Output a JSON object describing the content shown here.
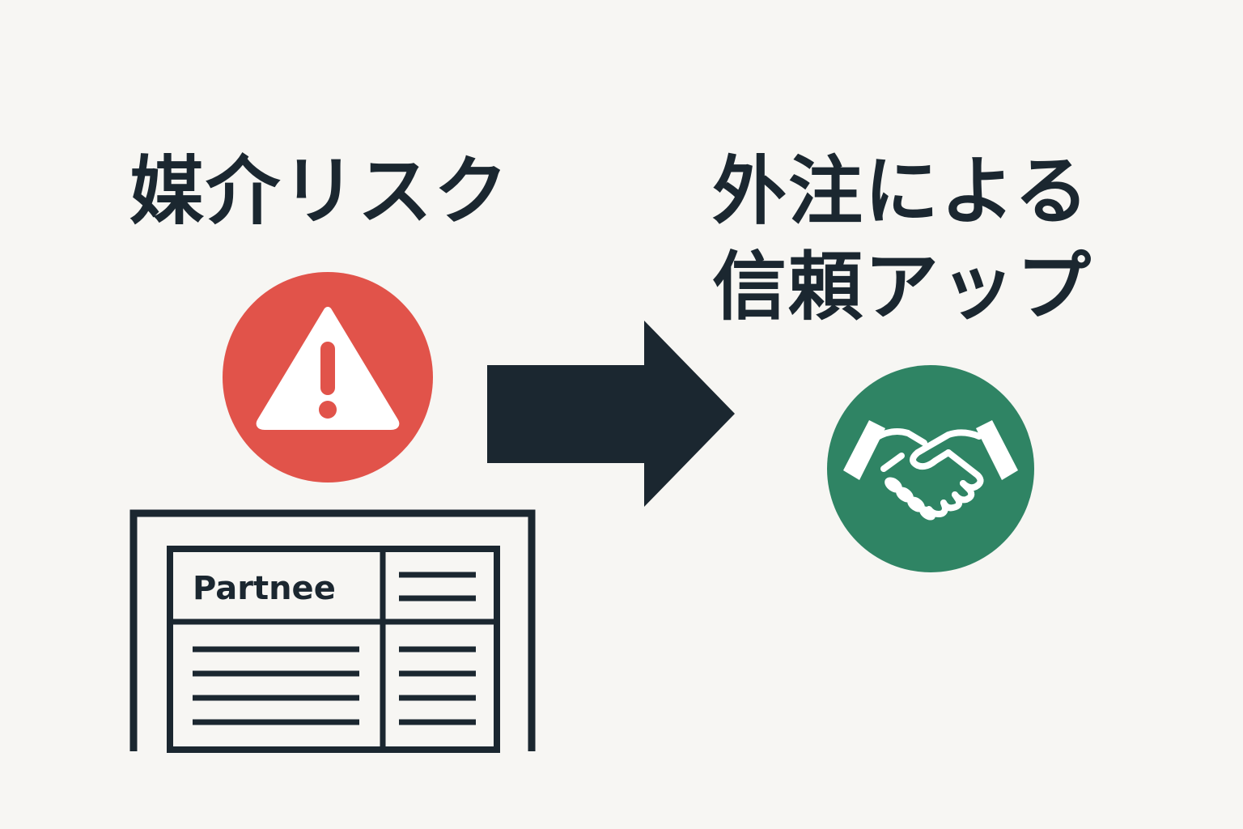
{
  "left": {
    "title": "媒介リスク",
    "warning_icon": "warning-triangle-icon",
    "warning_color": "#e1534a",
    "document": {
      "header_label": "Partnee"
    }
  },
  "arrow": {
    "icon": "right-arrow-icon",
    "color": "#1b2730"
  },
  "right": {
    "title_lines": [
      "外注による",
      "信頼アップ"
    ],
    "handshake_icon": "handshake-icon",
    "handshake_color": "#2f8464"
  }
}
